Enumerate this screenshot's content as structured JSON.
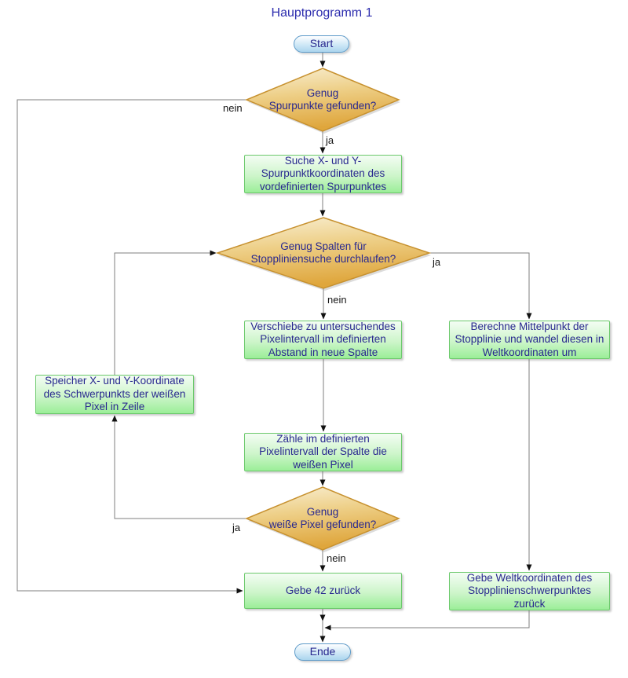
{
  "title": "Hauptprogramm 1",
  "colors": {
    "title_text": "#2d2dae",
    "node_text": "#28288f",
    "process_fill_top": "#f4fdf4",
    "process_fill_bottom": "#9bee98",
    "process_border": "#6cc96c",
    "decision_fill_top": "#f8eed0",
    "decision_fill_bottom": "#dfa63c",
    "decision_border": "#c7912f",
    "terminal_fill_top": "#fefeff",
    "terminal_fill_bottom": "#abd5ee",
    "terminal_border": "#5e9bc9",
    "connector": "#7f7f7f",
    "edge_label_text": "#161616"
  },
  "nodes": {
    "start": {
      "type": "terminal",
      "label": "Start"
    },
    "d_spurpunkte": {
      "type": "decision",
      "lines": [
        "Genug",
        "Spurpunkte gefunden?"
      ]
    },
    "p_suche": {
      "type": "process",
      "lines": [
        "Suche X- und Y-",
        "Spurpunktkoordinaten des",
        "vordefinierten Spurpunktes"
      ]
    },
    "d_spalten": {
      "type": "decision",
      "lines": [
        "Genug Spalten für",
        "Stoppliniensuche durchlaufen?"
      ]
    },
    "p_verschiebe": {
      "type": "process",
      "lines": [
        "Verschiebe zu untersuchendes",
        "Pixelintervall im definierten",
        "Abstand in neue Spalte"
      ]
    },
    "p_berechne": {
      "type": "process",
      "lines": [
        "Berechne Mittelpunkt der",
        "Stopplinie und wandel diesen in",
        "Weltkoordinaten um"
      ]
    },
    "p_speicher": {
      "type": "process",
      "lines": [
        "Speicher X- und Y-Koordinate",
        "des Schwerpunkts der weißen",
        "Pixel in Zeile"
      ]
    },
    "p_zaehle": {
      "type": "process",
      "lines": [
        "Zähle im definierten",
        "Pixelintervall der Spalte die",
        "weißen Pixel"
      ]
    },
    "d_pixel": {
      "type": "decision",
      "lines": [
        "Genug",
        "weiße Pixel gefunden?"
      ]
    },
    "p_gebe42": {
      "type": "process",
      "lines": [
        "Gebe 42 zurück"
      ]
    },
    "p_gebewelt": {
      "type": "process",
      "lines": [
        "Gebe Weltkoordinaten des",
        "Stopplinienschwerpunktes",
        "zurück"
      ]
    },
    "ende": {
      "type": "terminal",
      "label": "Ende"
    }
  },
  "edge_labels": {
    "d1_nein": "nein",
    "d1_ja": "ja",
    "d2_ja": "ja",
    "d2_nein": "nein",
    "d3_ja": "ja",
    "d3_nein": "nein"
  }
}
